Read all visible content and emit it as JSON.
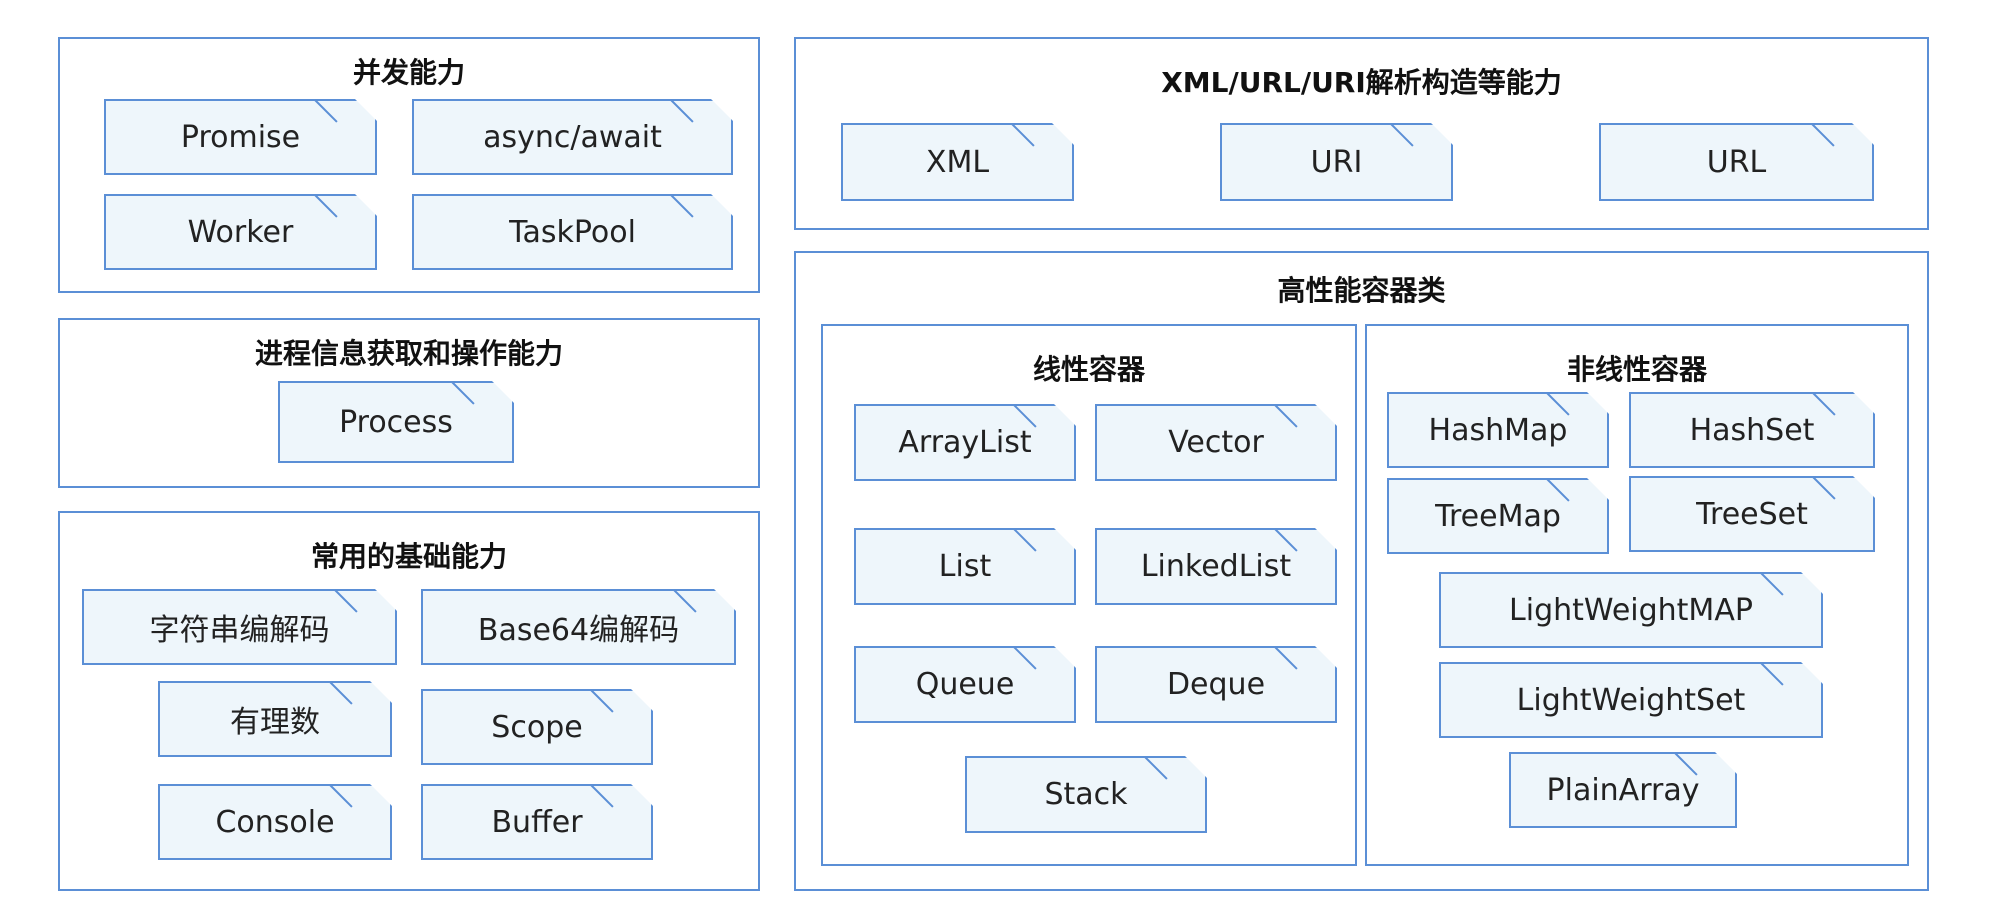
{
  "concurrency": {
    "title": "并发能力",
    "items": [
      "Promise",
      "async/await",
      "Worker",
      "TaskPool"
    ]
  },
  "process": {
    "title": "进程信息获取和操作能力",
    "items": [
      "Process"
    ]
  },
  "basic": {
    "title": "常用的基础能力",
    "items": [
      "字符串编解码",
      "Base64编解码",
      "有理数",
      "Scope",
      "Console",
      "Buffer"
    ]
  },
  "xml": {
    "title": "XML/URL/URI解析构造等能力",
    "items": [
      "XML",
      "URI",
      "URL"
    ]
  },
  "containers": {
    "title": "高性能容器类",
    "linear": {
      "title": "线性容器",
      "items": [
        "ArrayList",
        "Vector",
        "List",
        "LinkedList",
        "Queue",
        "Deque",
        "Stack"
      ]
    },
    "nonlinear": {
      "title": "非线性容器",
      "items": [
        "HashMap",
        "HashSet",
        "TreeMap",
        "TreeSet",
        "LightWeightMAP",
        "LightWeightSet",
        "PlainArray"
      ]
    }
  }
}
